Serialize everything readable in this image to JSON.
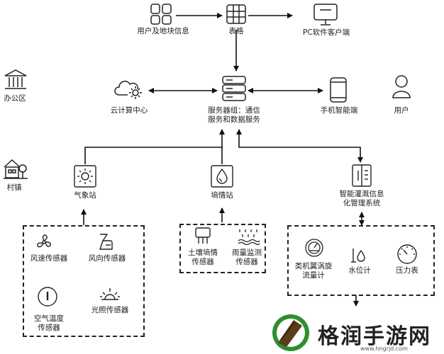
{
  "nodes": {
    "user_parcel": "用户及地块信息",
    "table": "表格",
    "pc_client": "PC软件客户端",
    "office": "办公区",
    "cloud": "云计算中心",
    "server_line1": "服务器组：通信",
    "server_line2": "服务和数据服务",
    "mobile": "手机智能端",
    "user": "用户",
    "village": "村镇",
    "weather": "气象站",
    "soil_station": "墒情站",
    "irrigation_line1": "智能灌溉信息",
    "irrigation_line2": "化管理系统"
  },
  "weather_sensors": {
    "wind_speed": "风速传感器",
    "wind_dir": "风向传感器",
    "temp_line1": "空气温度",
    "temp_line2": "传感器",
    "light": "光照传感器"
  },
  "soil_sensors": {
    "soil_line1": "土壤墒情",
    "soil_line2": "传感器",
    "rain_line1": "雨量监测",
    "rain_line2": "传感器"
  },
  "irrigation_sensors": {
    "flow_line1": "类机翼涡旋",
    "flow_line2": "流量计",
    "level": "水位计",
    "pressure": "压力表"
  },
  "watermark": {
    "text": "格润手游网",
    "url": "www.hngrjd.com"
  }
}
